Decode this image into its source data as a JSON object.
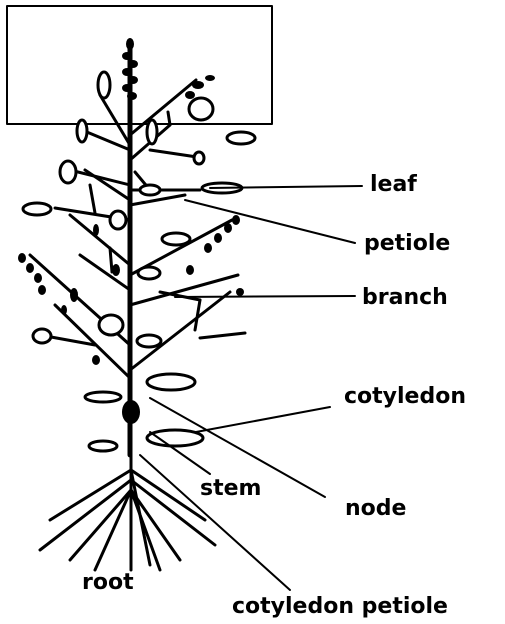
{
  "diagram": {
    "labels": {
      "leaf": "leaf",
      "petiole": "petiole",
      "branch": "branch",
      "cotyledon": "cotyledon",
      "node": "node",
      "stem": "stem",
      "root": "root",
      "cotyledon_petiole": "cotyledon petiole"
    }
  }
}
